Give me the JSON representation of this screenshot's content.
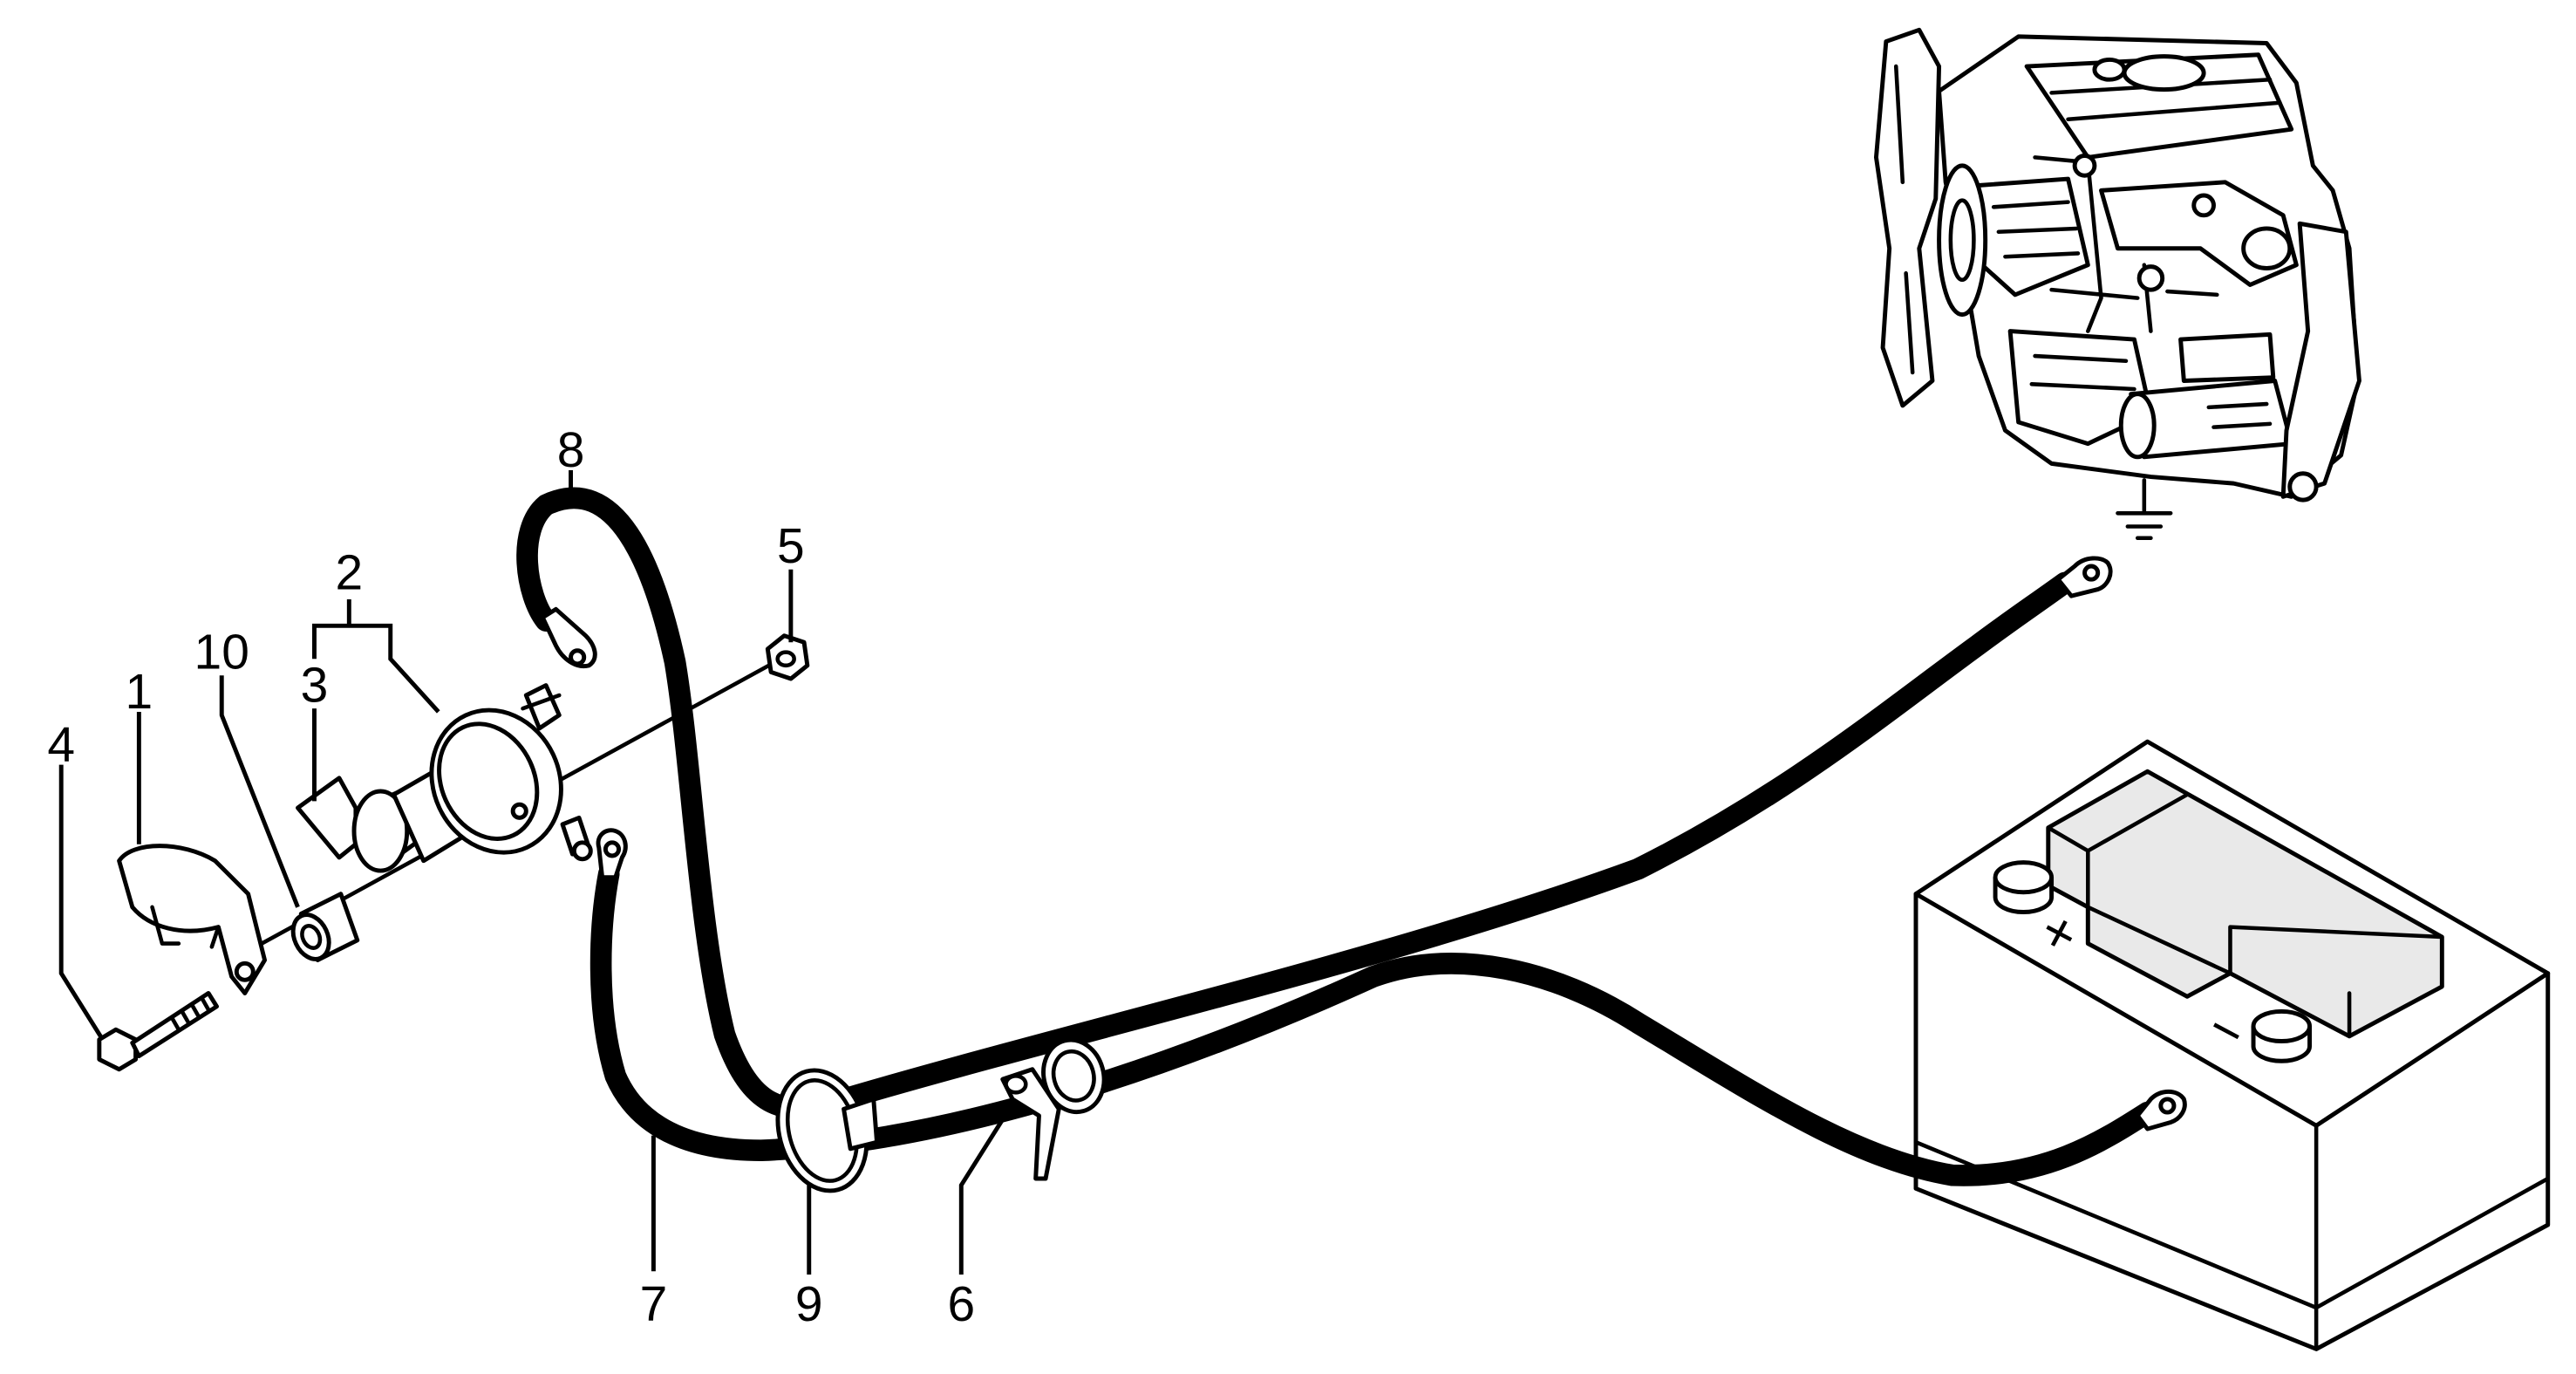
{
  "labels": {
    "l1": "1",
    "l2": "2",
    "l3": "3",
    "l4": "4",
    "l5": "5",
    "l6": "6",
    "l7": "7",
    "l8": "8",
    "l9": "9",
    "l10": "10"
  },
  "battery": {
    "plus_symbol": "+",
    "minus_symbol": "−"
  },
  "colors": {
    "line": "#000000",
    "background": "#ffffff",
    "battery_fill": "#f2f2f2"
  }
}
